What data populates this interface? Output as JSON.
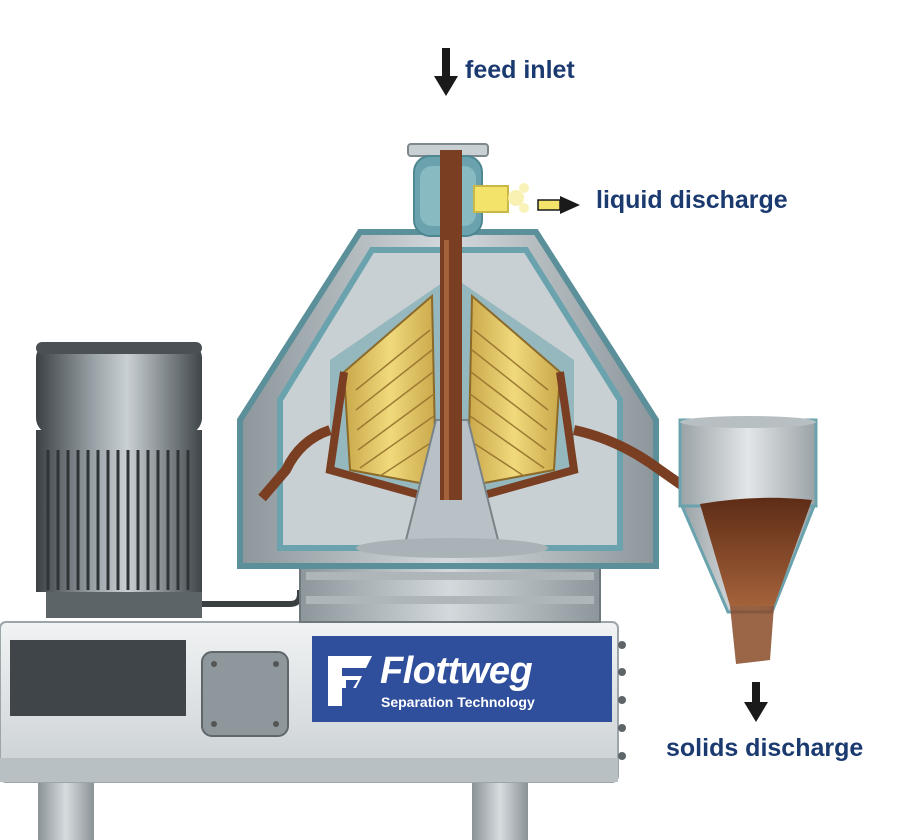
{
  "labels": {
    "feed_inlet": "feed inlet",
    "liquid_discharge": "liquid discharge",
    "solids_discharge": "solids discharge"
  },
  "brand": {
    "name": "Flottweg",
    "tagline": "Separation Technology",
    "logo_icon": "flottweg-logo-icon"
  },
  "colors": {
    "label_text": "#1b3a70",
    "brand_panel": "#2f4f9c",
    "housing_teal": "#6aa3ad",
    "disc_yellow": "#e2c765",
    "solids_brown": "#7a3e22",
    "liquid_yellow": "#f3e36a",
    "flow_arrow": "#1a1a1a"
  },
  "icons": {
    "feed_arrow": "arrow-down-icon",
    "liquid_arrow": "arrow-right-icon",
    "solids_arrow": "arrow-down-icon"
  }
}
